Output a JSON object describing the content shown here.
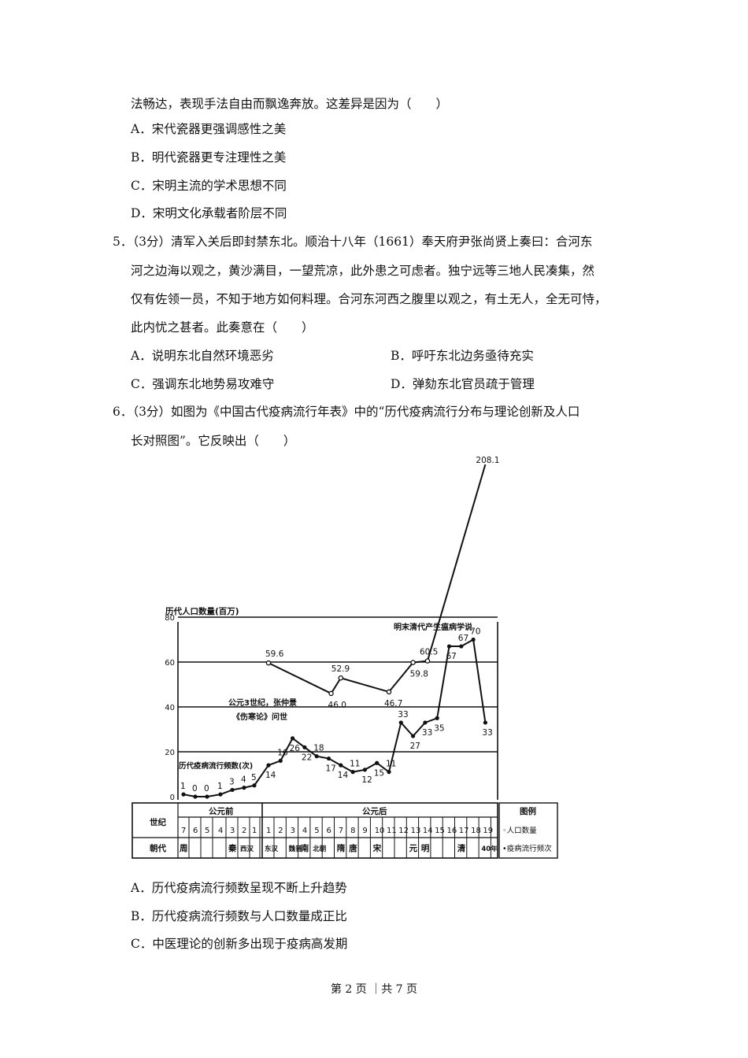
{
  "q4": {
    "continuation": "法畅达，表现手法自由而飘逸奔放。这差异是因为（　　）",
    "options": [
      "A．宋代瓷器更强调感性之美",
      "B．明代瓷器更专注理性之美",
      "C．宋明主流的学术思想不同",
      "D．宋明文化承载者阶层不同"
    ]
  },
  "q5": {
    "lines": [
      "5．（3分）清军入关后即封禁东北。顺治十八年（1661）奉天府尹张尚贤上奏曰：合河东",
      "河之边海以观之，黄沙满目，一望荒凉，此外患之可虑者。独宁远等三地人民凑集，然",
      "仅有佐领一员，不知于地方如何料理。合河东河西之腹里以观之，有土无人，全无可恃，",
      "此内忧之甚者。此奏意在（　　）"
    ],
    "options": [
      "A．说明东北自然环境恶劣",
      "B．呼吁东北边务亟待充实",
      "C．强调东北地势易攻难守",
      "D．弹劾东北官员疏于管理"
    ]
  },
  "q6": {
    "lines": [
      "6．（3分）如图为《中国古代疫病流行年表》中的“历代疫病流行分布与理论创新及人口",
      "长对照图”。它反映出（　　）"
    ],
    "options": [
      "A．历代疫病流行频数呈现不断上升趋势",
      "B．历代疫病流行频数与人口数量成正比",
      "C．中医理论的创新多出现于疫病高发期"
    ]
  },
  "footer": "第 2 页 ｜共 7 页",
  "chart_data": {
    "type": "line",
    "ylabel": "历代人口数量(百万)",
    "ylim": [
      0,
      80
    ],
    "yticks": [
      "0",
      "20",
      "40",
      "60",
      "80"
    ],
    "century_labels": [
      "7",
      "6",
      "5",
      "4",
      "3",
      "2",
      "1",
      "1",
      "2",
      "3",
      "4",
      "5",
      "6",
      "7",
      "8",
      "9",
      "10",
      "11",
      "12",
      "13",
      "14",
      "15",
      "16",
      "17",
      "18",
      "19"
    ],
    "era_labels": {
      "bce": "公元前",
      "ce": "公元后"
    },
    "row_labels": {
      "century": "世纪",
      "dynasty": "朝代"
    },
    "dynasties": [
      "周",
      "秦",
      "西汉",
      "东汉",
      "魏晋",
      "南",
      "北朝",
      "隋",
      "唐",
      "宋",
      "元",
      "明",
      "清",
      "40年"
    ],
    "annotations": {
      "theory_ming_qing": "明末清代产生瘟病学说",
      "theory_3rd_century": "公元3世纪，张仲景",
      "theory_3rd_century_2": "《伤寒论》问世",
      "epidemic_series_label": "历代疫病流行频数(次)"
    },
    "legend": {
      "title": "图例",
      "items": [
        "◦人口数量",
        "•疫病流行频次"
      ]
    },
    "series": [
      {
        "name": "人口数量",
        "marker": "open-circle",
        "points": [
          {
            "x": 1.0,
            "y": 59.6,
            "label": "59.6"
          },
          {
            "x": 6.2,
            "y": 46.0,
            "label": "46.0"
          },
          {
            "x": 7.0,
            "y": 52.9,
            "label": "52.9"
          },
          {
            "x": 11.0,
            "y": 46.7,
            "label": "46.7"
          },
          {
            "x": 13.0,
            "y": 59.8,
            "label": "59.8"
          },
          {
            "x": 14.2,
            "y": 60.5,
            "label": "60.5"
          },
          {
            "x": 19.0,
            "y": 208.1,
            "label": "208.1"
          }
        ]
      },
      {
        "name": "疫病流行频次",
        "marker": "filled-dot",
        "points": [
          {
            "x": -7,
            "y": 1,
            "label": "1"
          },
          {
            "x": -6,
            "y": 0,
            "label": "0"
          },
          {
            "x": -5,
            "y": 0,
            "label": "0"
          },
          {
            "x": -4,
            "y": 1,
            "label": "1"
          },
          {
            "x": -3,
            "y": 3,
            "label": "3"
          },
          {
            "x": -2,
            "y": 4,
            "label": "4"
          },
          {
            "x": -1,
            "y": 5,
            "label": "5"
          },
          {
            "x": 1,
            "y": 14,
            "label": "14"
          },
          {
            "x": 2,
            "y": 16,
            "label": "16"
          },
          {
            "x": 3,
            "y": 26,
            "label": "26"
          },
          {
            "x": 4,
            "y": 22,
            "label": "22"
          },
          {
            "x": 5,
            "y": 18,
            "label": "18"
          },
          {
            "x": 6,
            "y": 17,
            "label": "17"
          },
          {
            "x": 7,
            "y": 14,
            "label": "14"
          },
          {
            "x": 8,
            "y": 11,
            "label": "11"
          },
          {
            "x": 9,
            "y": 12,
            "label": "12"
          },
          {
            "x": 10,
            "y": 15,
            "label": "15"
          },
          {
            "x": 11,
            "y": 11,
            "label": "11"
          },
          {
            "x": 12,
            "y": 33,
            "label": "33"
          },
          {
            "x": 13,
            "y": 27,
            "label": "27"
          },
          {
            "x": 14,
            "y": 33,
            "label": "33"
          },
          {
            "x": 15,
            "y": 35,
            "label": "35"
          },
          {
            "x": 16,
            "y": 67,
            "label": "67"
          },
          {
            "x": 17,
            "y": 67,
            "label": "67"
          },
          {
            "x": 18,
            "y": 70,
            "label": "70"
          },
          {
            "x": 19,
            "y": 33,
            "label": "33"
          }
        ]
      }
    ]
  }
}
